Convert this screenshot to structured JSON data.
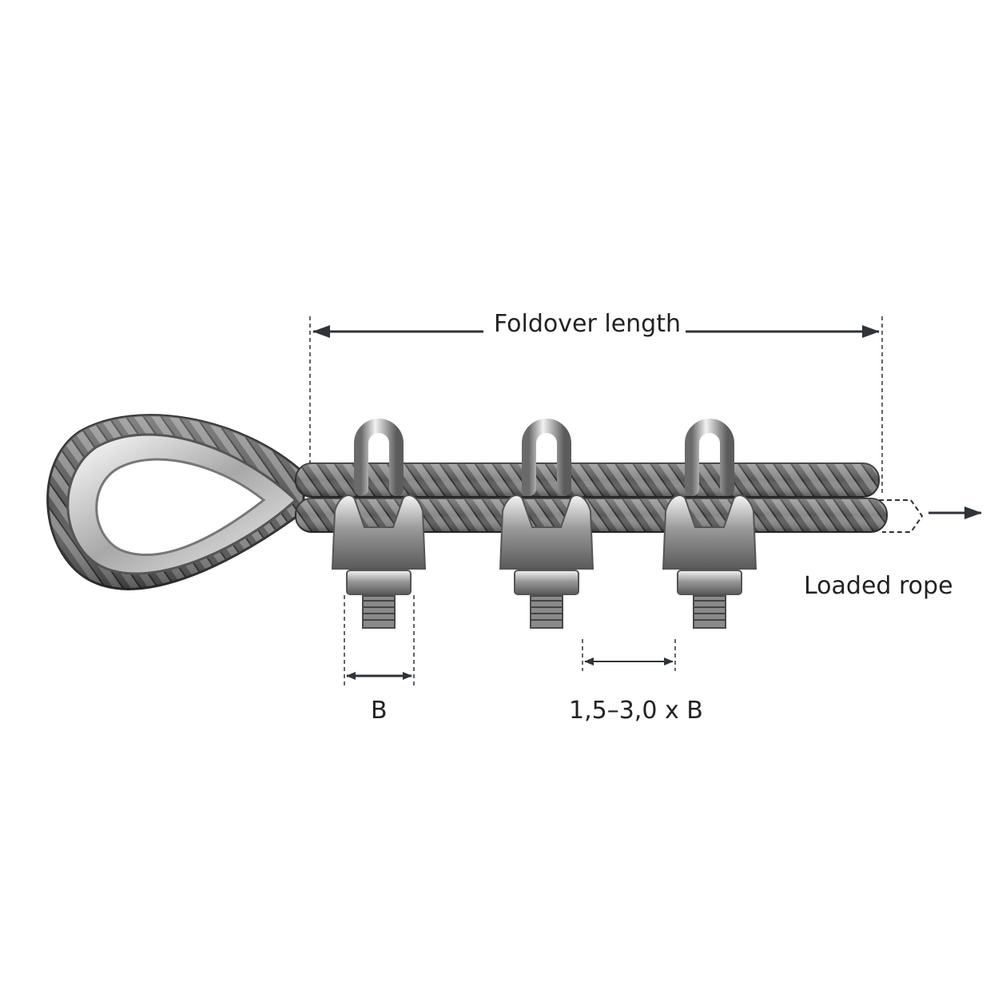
{
  "labels": {
    "foldover_length": "Foldover length",
    "loaded_rope": "Loaded rope",
    "clip_width": "B",
    "clip_spacing": "1,5–3,0 x B"
  },
  "colors": {
    "dimension_line": "#2f3438",
    "rope_dark": "#3c3c3c",
    "rope_mid": "#7a7a7a",
    "steel_light": "#e6e6e6",
    "steel_dark": "#6e6e6e"
  },
  "parts": {
    "eye": "thimble",
    "clip_count": 3
  }
}
